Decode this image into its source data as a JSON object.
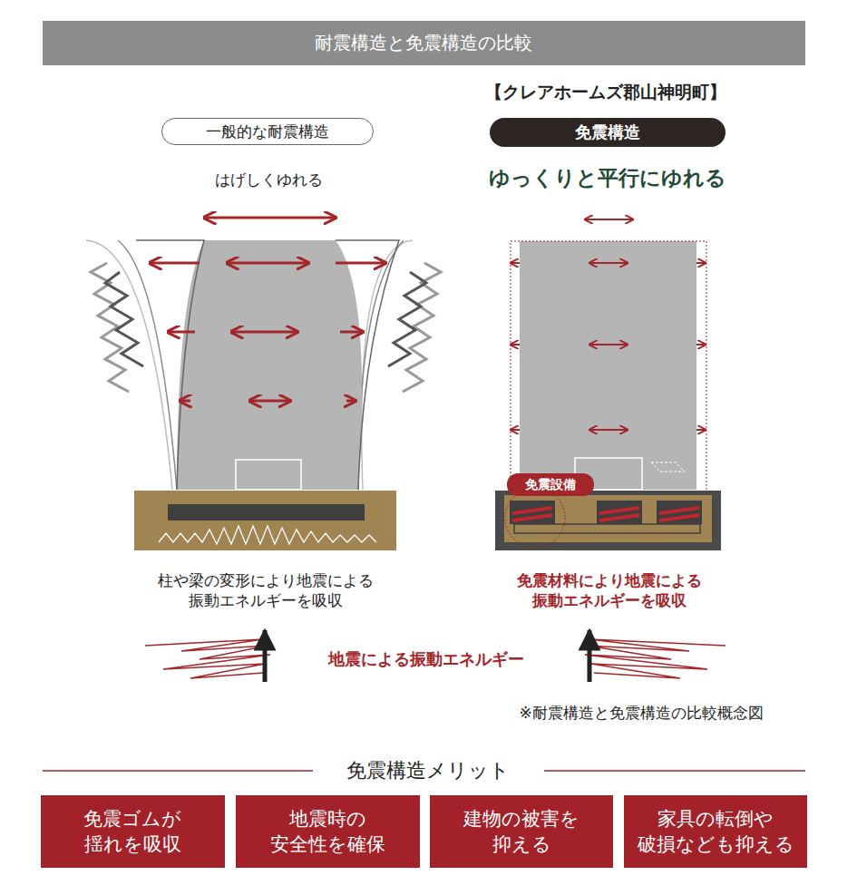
{
  "diagram": {
    "title": "耐震構造と免震構造の比較",
    "caption": "※耐震構造と免震構造の比較概念図",
    "nodes": [
      {
        "text": [
          "一般的な耐震構造"
        ]
      },
      {
        "text": [
          "免震構造"
        ]
      },
      {
        "text": [
          "免震設備"
        ]
      },
      {
        "text": [
          "免震ゴムが 揺れを吸収"
        ]
      },
      {
        "text": [
          "地震時の 安全性を確保"
        ]
      },
      {
        "text": [
          "建物の被害を 抑える"
        ]
      },
      {
        "text": [
          "家具の転倒や 破損なども抑える"
        ]
      }
    ],
    "edges": [],
    "labels": [
      "【クレアホームズ郡山神明町】",
      "はげしくゆれる",
      "ゆっくりと平行にゆれる",
      "柱や梁の変形により地震による 振動エネルギーを吸収",
      "免震材料により地震による 振動エネルギーを吸収",
      "地震による振動エネルギー",
      "免震構造メリット"
    ]
  }
}
